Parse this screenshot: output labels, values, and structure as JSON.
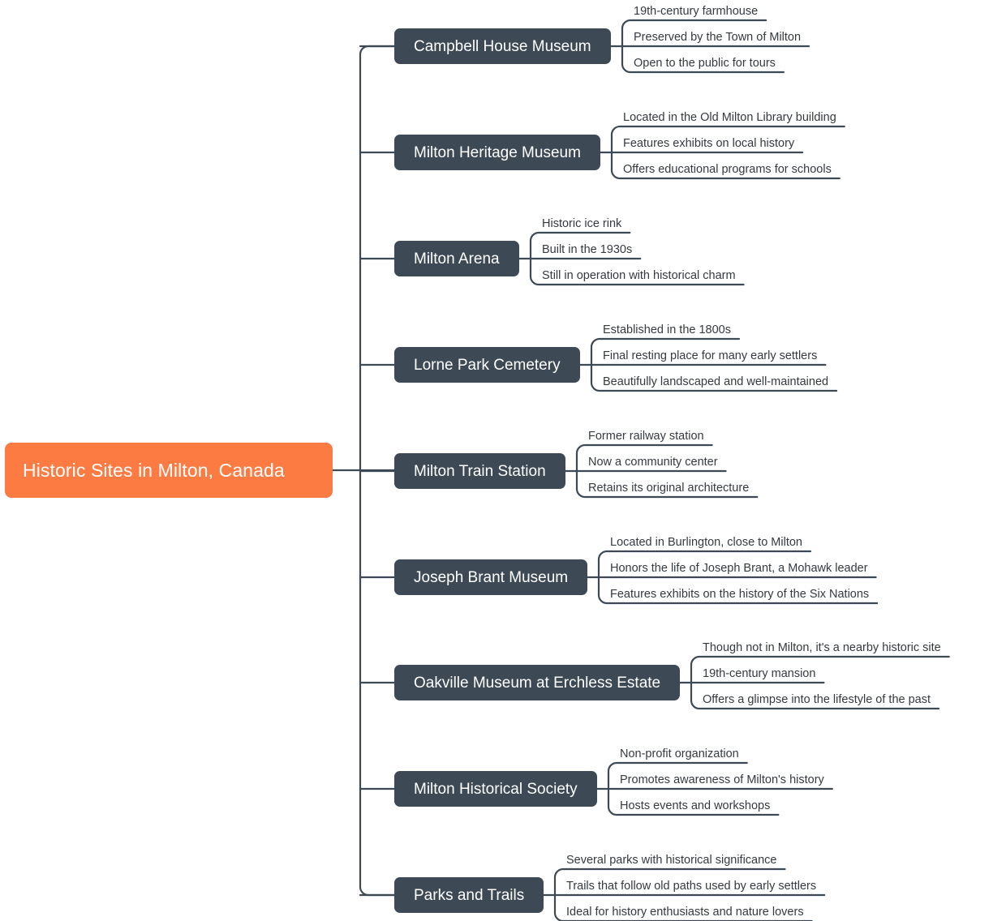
{
  "diagram": {
    "type": "mind-map",
    "orientation": "left-to-right",
    "colors": {
      "root_fill": "#fb7b43",
      "branch_fill": "#3d4a56",
      "connector": "#3d4a56",
      "root_text": "#ffffff",
      "branch_text": "#ffffff",
      "leaf_text": "#333a40",
      "background": "#ffffff"
    },
    "root": {
      "label": "Historic Sites in Milton, Canada"
    },
    "branches": [
      {
        "label": "Campbell House Museum",
        "children": [
          "19th-century farmhouse",
          "Preserved by the Town of Milton",
          "Open to the public for tours"
        ]
      },
      {
        "label": "Milton Heritage Museum",
        "children": [
          "Located in the Old Milton Library building",
          "Features exhibits on local history",
          "Offers educational programs for schools"
        ]
      },
      {
        "label": "Milton Arena",
        "children": [
          "Historic ice rink",
          "Built in the 1930s",
          "Still in operation with historical charm"
        ]
      },
      {
        "label": "Lorne Park Cemetery",
        "children": [
          "Established in the 1800s",
          "Final resting place for many early settlers",
          "Beautifully landscaped and well-maintained"
        ]
      },
      {
        "label": "Milton Train Station",
        "children": [
          "Former railway station",
          "Now a community center",
          "Retains its original architecture"
        ]
      },
      {
        "label": "Joseph Brant Museum",
        "children": [
          "Located in Burlington, close to Milton",
          "Honors the life of Joseph Brant, a Mohawk leader",
          "Features exhibits on the history of the Six Nations"
        ]
      },
      {
        "label": "Oakville Museum at Erchless Estate",
        "children": [
          "Though not in Milton, it's a nearby historic site",
          "19th-century mansion",
          "Offers a glimpse into the lifestyle of the past"
        ]
      },
      {
        "label": "Milton Historical Society",
        "children": [
          "Non-profit organization",
          "Promotes awareness of Milton's history",
          "Hosts events and workshops"
        ]
      },
      {
        "label": "Parks and Trails",
        "children": [
          "Several parks with historical significance",
          "Trails that follow old paths used by early settlers",
          "Ideal for history enthusiasts and nature lovers"
        ]
      }
    ]
  }
}
